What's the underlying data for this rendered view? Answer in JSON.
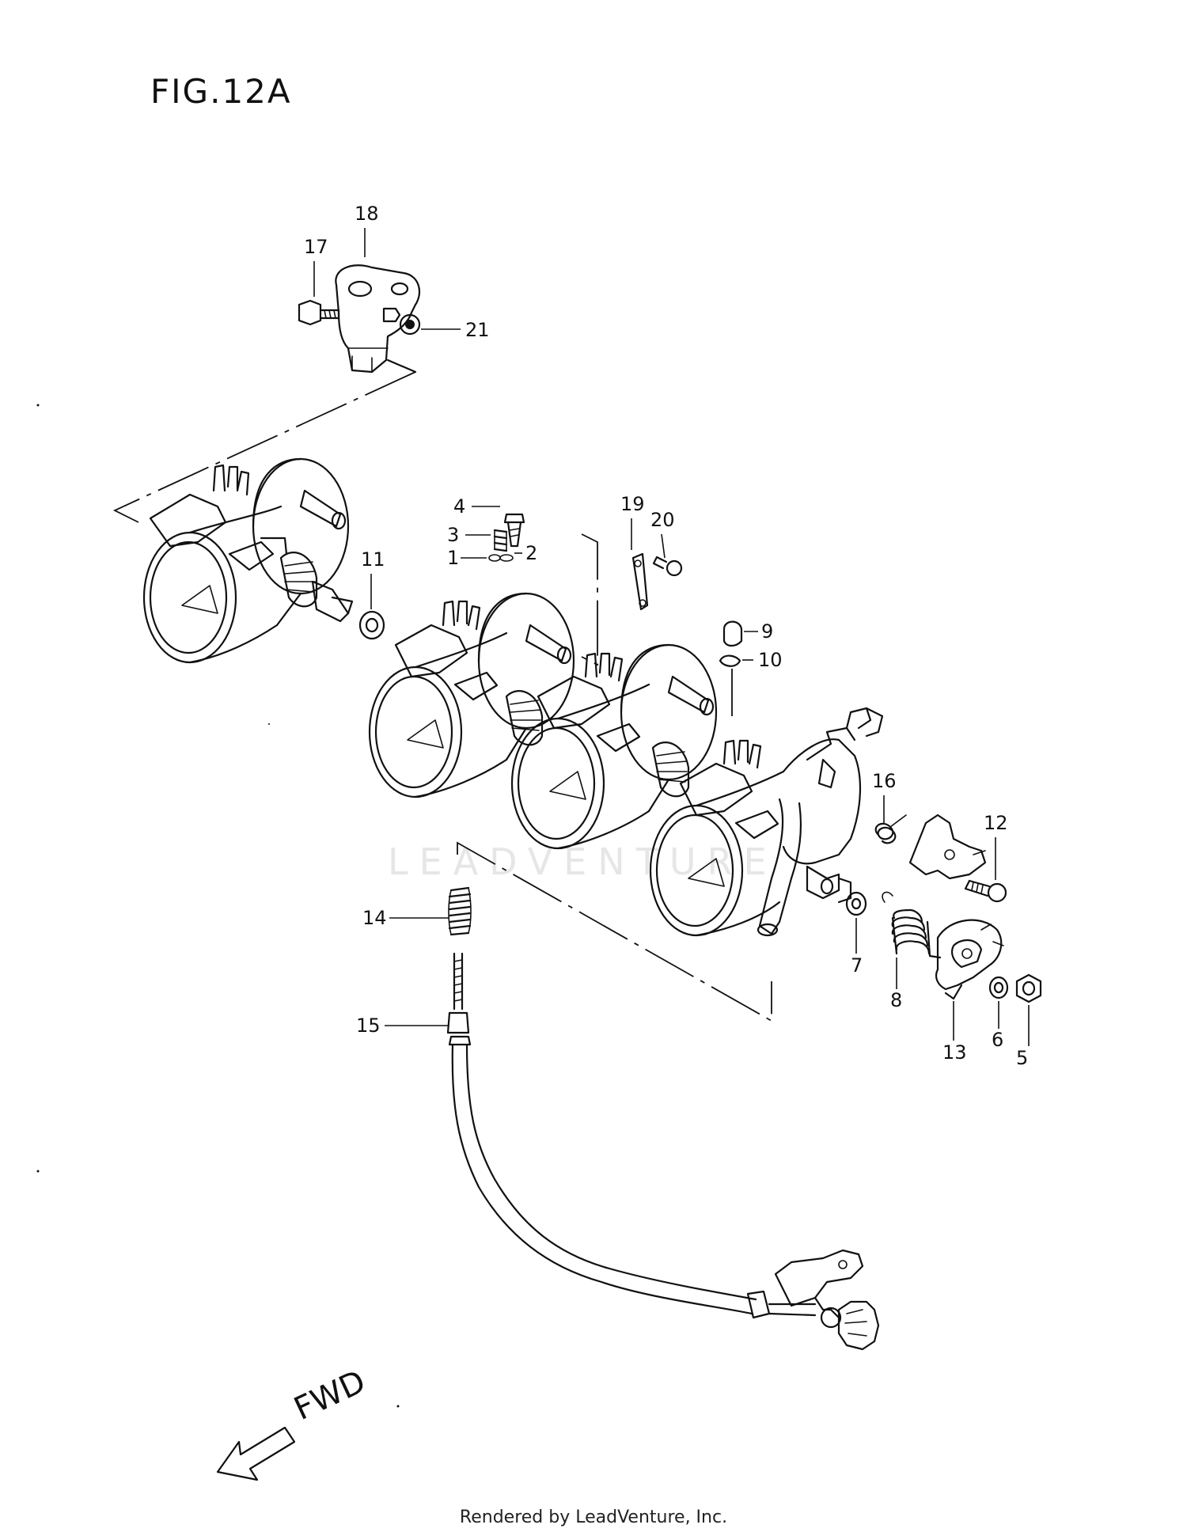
{
  "figure_title": "FIG.12A",
  "direction_label": "FWD",
  "watermark": "LEADVENTURE",
  "footer": "Rendered by LeadVenture, Inc.",
  "callouts": [
    "1",
    "2",
    "3",
    "4",
    "5",
    "6",
    "7",
    "8",
    "9",
    "10",
    "11",
    "12",
    "13",
    "14",
    "15",
    "16",
    "17",
    "18",
    "19",
    "20",
    "21"
  ]
}
